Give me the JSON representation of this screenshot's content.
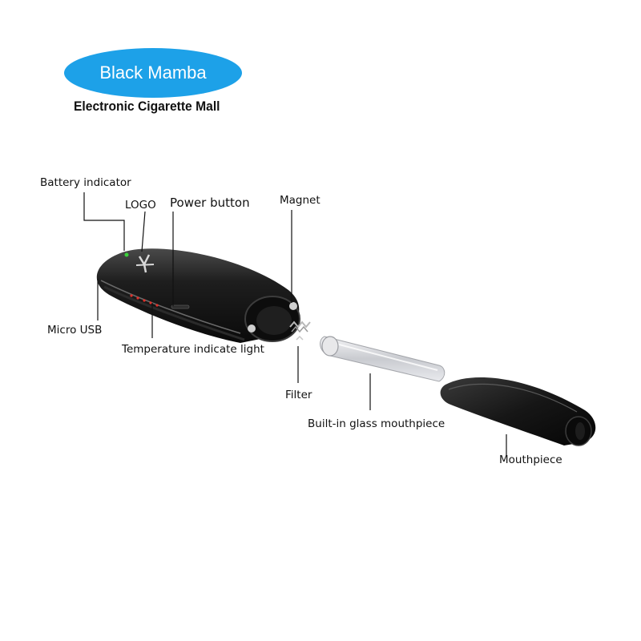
{
  "brand": {
    "name": "Black Mamba",
    "tagline": "Electronic Cigarette Mall",
    "color": "#1da1e8"
  },
  "callouts": {
    "battery_indicator": "Battery indicator",
    "logo": "LOGO",
    "power_button": "Power button",
    "magnet": "Magnet",
    "micro_usb": "Micro USB",
    "temperature_light": "Temperature indicate light",
    "filter": "Filter",
    "glass_mouthpiece": "Built-in glass mouthpiece",
    "mouthpiece": "Mouthpiece"
  },
  "colors": {
    "device_body": "#1b1b1b",
    "indicator_green": "#3ad13a",
    "temperature_red": "#e0302a"
  }
}
